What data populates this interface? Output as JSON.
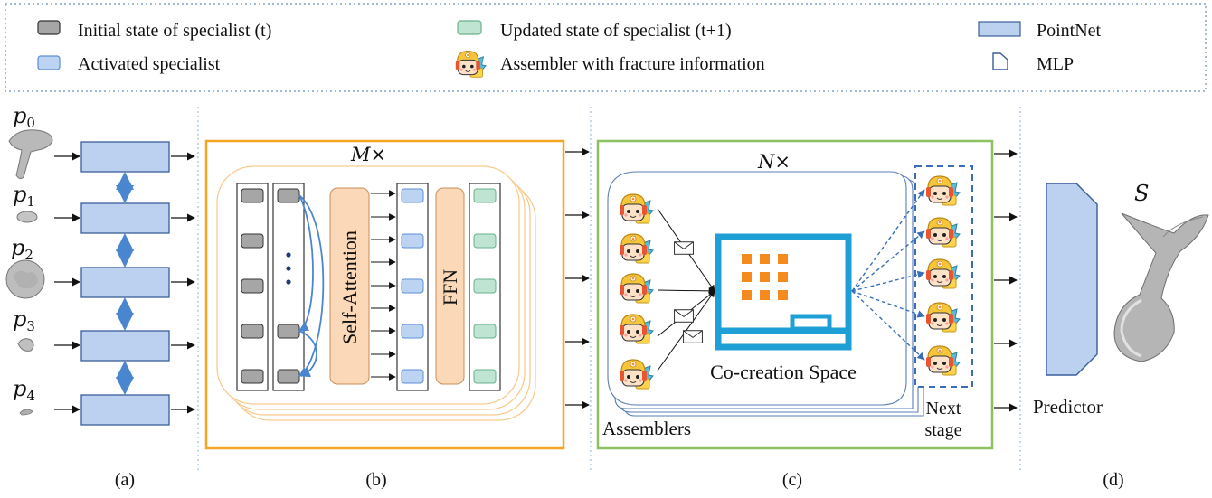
{
  "legend": {
    "initial_state": "Initial state of specialist (t)",
    "activated": "Activated specialist",
    "updated_state": "Updated state of specialist (t+1)",
    "assembler": "Assembler with fracture information",
    "pointnet": "PointNet",
    "mlp": "MLP"
  },
  "panel_a": {
    "inputs": [
      {
        "base": "p",
        "sub": "0"
      },
      {
        "base": "p",
        "sub": "1"
      },
      {
        "base": "p",
        "sub": "2"
      },
      {
        "base": "p",
        "sub": "3"
      },
      {
        "base": "p",
        "sub": "4"
      }
    ],
    "caption": "(a)"
  },
  "panel_b": {
    "repeat": "M×",
    "self_attention": "Self-Attention",
    "ffn": "FFN",
    "caption": "(b)"
  },
  "panel_c": {
    "repeat": "N×",
    "space_label": "Co-creation Space",
    "assemblers_label": "Assemblers",
    "next_stage_line1": "Next",
    "next_stage_line2": "stage",
    "caption": "(c)"
  },
  "panel_d": {
    "output": "S",
    "predictor": "Predictor",
    "caption": "(d)"
  },
  "colors": {
    "gray_token": "#a6a6a6",
    "blue_token": "#bdd3f2",
    "green_token": "#bfe5d2",
    "pointnet_fill": "#bcd0f0",
    "pointnet_stroke": "#3a5e9a",
    "orange_border": "#f5a623",
    "green_border": "#8cc060",
    "attention_fill": "#fbd8b8",
    "screen_blue": "#1e9fd6",
    "dot_orange": "#f58b1f"
  }
}
